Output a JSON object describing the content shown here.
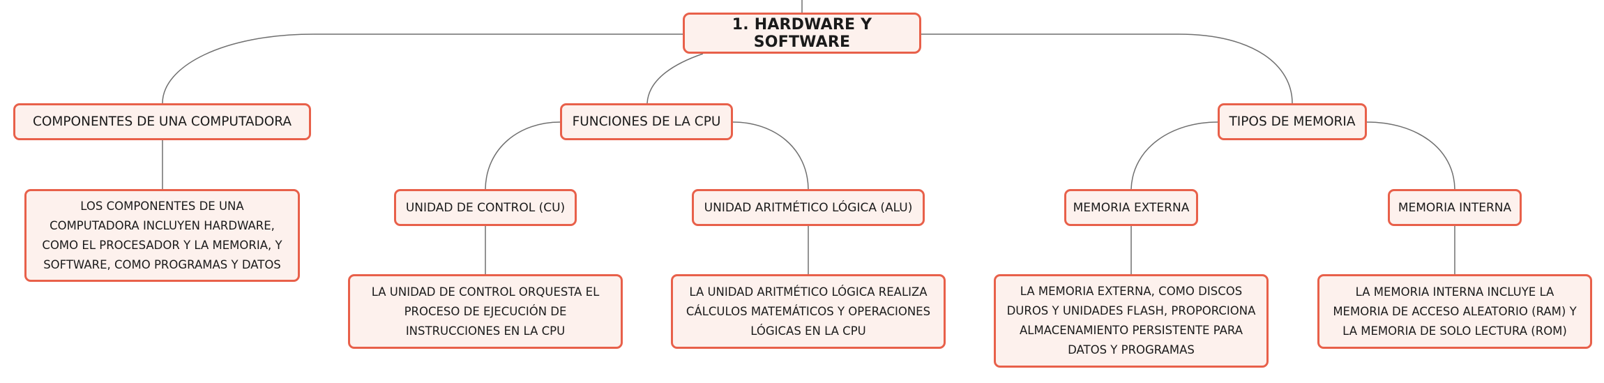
{
  "mindmap": {
    "root": {
      "label": "1. HARDWARE Y SOFTWARE"
    },
    "branches": [
      {
        "label": "COMPONENTES DE UNA COMPUTADORA",
        "details": [
          {
            "text": "LOS COMPONENTES DE UNA COMPUTADORA INCLUYEN HARDWARE, COMO EL PROCESADOR Y LA MEMORIA, Y SOFTWARE, COMO PROGRAMAS Y DATOS"
          }
        ]
      },
      {
        "label": "FUNCIONES DE LA CPU",
        "children": [
          {
            "label": "UNIDAD DE CONTROL (CU)",
            "detail": "LA UNIDAD DE CONTROL ORQUESTA EL PROCESO DE EJECUCIÓN DE INSTRUCCIONES EN LA CPU"
          },
          {
            "label": "UNIDAD ARITMÉTICO LÓGICA (ALU)",
            "detail": "LA UNIDAD ARITMÉTICO LÓGICA REALIZA CÁLCULOS MATEMÁTICOS Y OPERACIONES LÓGICAS EN LA CPU"
          }
        ]
      },
      {
        "label": "TIPOS DE MEMORIA",
        "children": [
          {
            "label": "MEMORIA EXTERNA",
            "detail": "LA MEMORIA EXTERNA, COMO DISCOS DUROS Y UNIDADES FLASH, PROPORCIONA ALMACENAMIENTO PERSISTENTE PARA DATOS Y PROGRAMAS"
          },
          {
            "label": "MEMORIA INTERNA",
            "detail": "LA MEMORIA INTERNA INCLUYE LA MEMORIA DE ACCESO ALEATORIO (RAM) Y LA MEMORIA DE SOLO LECTURA (ROM)"
          }
        ]
      }
    ]
  }
}
